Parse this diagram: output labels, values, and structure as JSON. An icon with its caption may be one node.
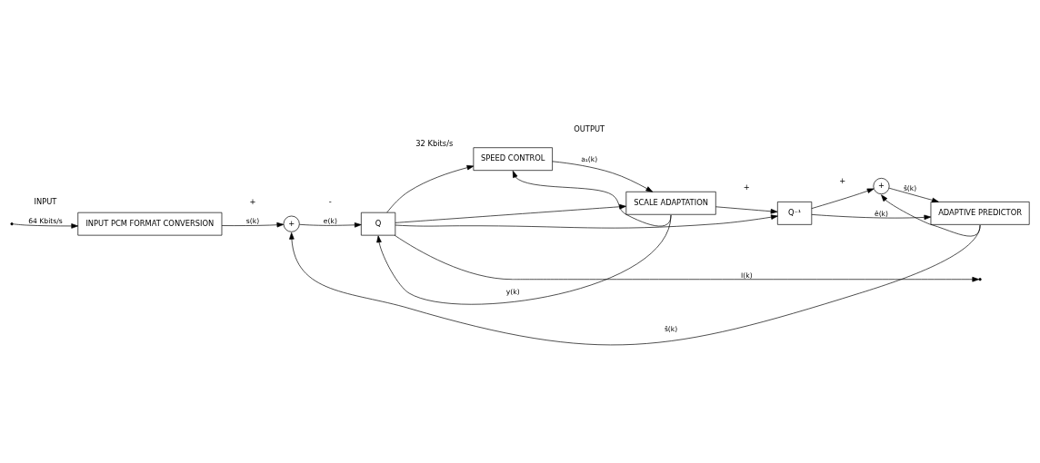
{
  "diagram": {
    "nodes": [
      {
        "text": [
          "INPUT PCM FORMAT CONVERSION"
        ]
      },
      {
        "text": [
          "+"
        ]
      },
      {
        "text": [
          "Q"
        ]
      },
      {
        "text": [
          "SPEED CONTROL"
        ]
      },
      {
        "text": [
          "SCALE ADAPTATION"
        ]
      },
      {
        "text": [
          "Q⁻¹"
        ]
      },
      {
        "text": [
          "+"
        ]
      },
      {
        "text": [
          "ADAPTIVE PREDICTOR"
        ]
      }
    ],
    "edges": [
      {
        "from": null,
        "to": 0,
        "arrow": "to",
        "label": "64 Kbits/s"
      },
      {
        "from": 0,
        "to": 1,
        "arrow": "to",
        "label": "s(k)"
      },
      {
        "from": 1,
        "to": 2,
        "arrow": "to",
        "label": "e(k)"
      },
      {
        "from": 2,
        "to": null,
        "arrow": "to",
        "label": "I(k)"
      },
      {
        "from": 2,
        "to": 3,
        "arrow": "to"
      },
      {
        "from": 2,
        "to": 4,
        "arrow": "to"
      },
      {
        "from": 2,
        "to": 5,
        "arrow": "to"
      },
      {
        "from": 3,
        "to": 4,
        "arrow": "to",
        "label": "a₁(k)"
      },
      {
        "from": 4,
        "to": 2,
        "arrow": "to",
        "label": "y(k)"
      },
      {
        "from": 4,
        "to": 3,
        "arrow": "to"
      },
      {
        "from": 4,
        "to": 5,
        "arrow": "to"
      },
      {
        "from": 5,
        "to": 7,
        "arrow": "to",
        "label": "ê(k)"
      },
      {
        "from": 5,
        "to": 6,
        "arrow": "to"
      },
      {
        "from": 6,
        "to": 7,
        "arrow": "to",
        "label": "ŝ(k)"
      },
      {
        "from": 7,
        "to": 1,
        "arrow": "to",
        "label": "š(k)"
      },
      {
        "from": 7,
        "to": 6,
        "arrow": "to"
      }
    ],
    "labels": [
      "INPUT",
      "+",
      "-",
      "32 Kbits/s",
      "OUTPUT",
      "+",
      "+"
    ]
  }
}
